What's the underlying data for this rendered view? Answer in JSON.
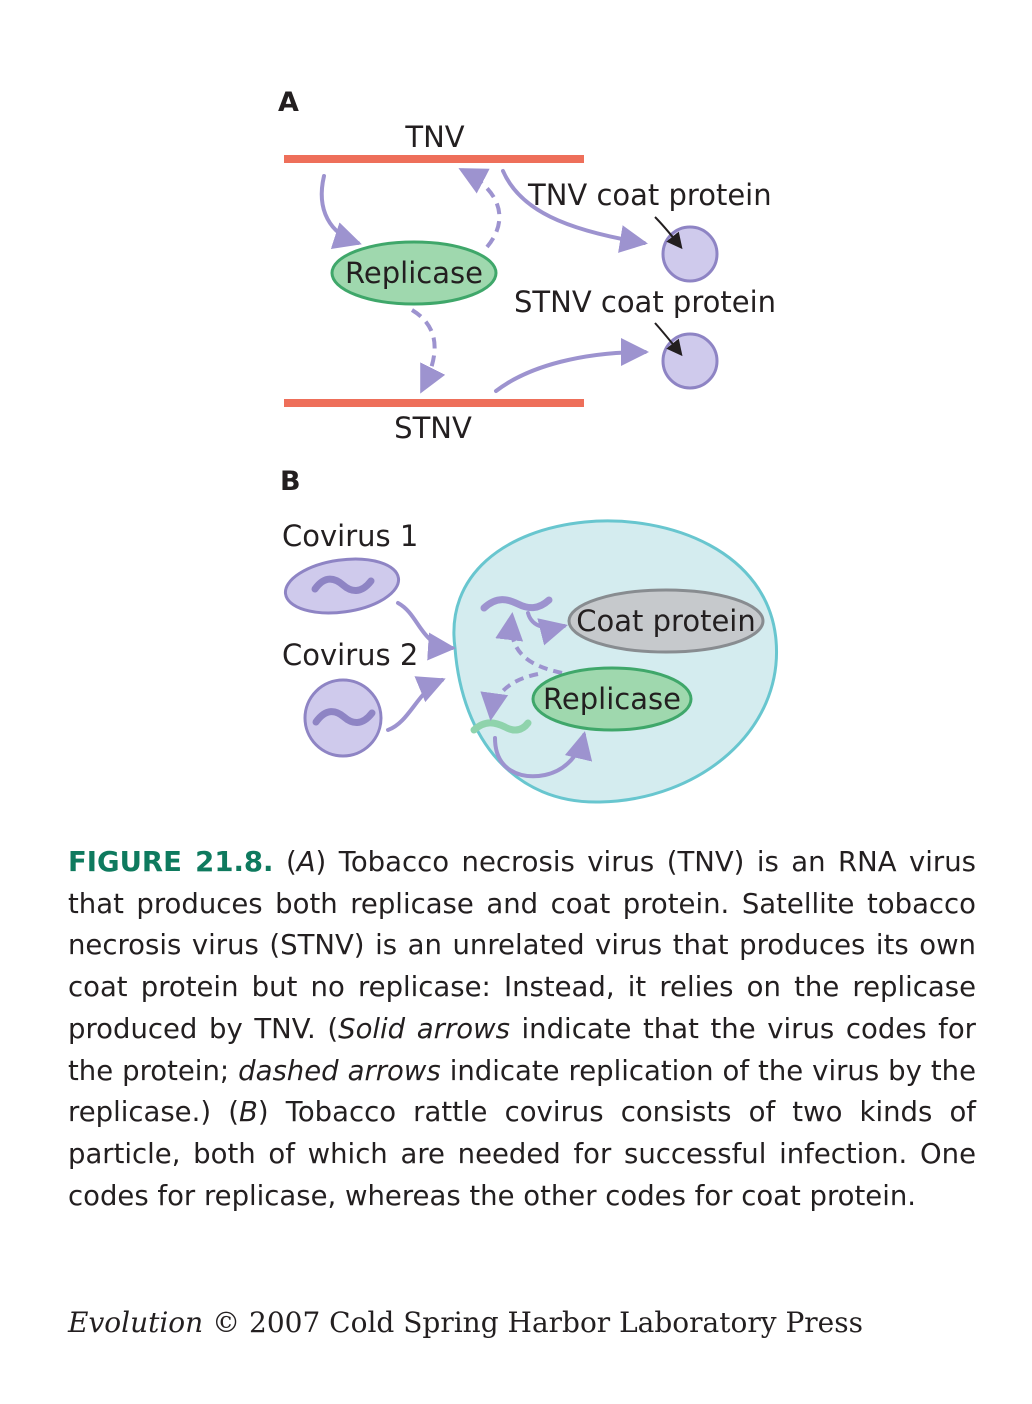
{
  "panel_a": {
    "label": "A",
    "tnv_label": "TNV",
    "stnv_label": "STNV",
    "replicase_label": "Replicase",
    "tnv_coat_label": "TNV coat protein",
    "stnv_coat_label": "STNV coat protein"
  },
  "panel_b": {
    "label": "B",
    "covirus1_label": "Covirus 1",
    "covirus2_label": "Covirus 2",
    "coat_protein_label": "Coat protein",
    "replicase_label": "Replicase"
  },
  "caption": {
    "figure_label": "FIGURE 21.8.",
    "seg1": " (",
    "seg2": "A",
    "seg3": ") Tobacco necrosis virus (TNV) is an RNA virus that produces both replicase and coat protein. Satellite tobacco necrosis virus (STNV) is an unrelated virus that produces its own coat protein but no replicase: Instead, it relies on the replicase produced by TNV. (",
    "seg4": "Solid arrows",
    "seg5": " indicate that the virus codes for the protein; ",
    "seg6": "dashed arrows",
    "seg7": " indicate replication of the virus by the replicase.) (",
    "seg8": "B",
    "seg9": ") Tobacco rattle covirus consists of two kinds of particle, both of which are needed for successful infection. One codes for replicase, whereas the other codes for coat protein."
  },
  "credit": {
    "book": "Evolution",
    "rest": " © 2007 Cold Spring Harbor Laboratory Press"
  },
  "colors": {
    "rna_bar": "#ee6f5a",
    "arrow": "#9d93cf",
    "replicase_fill": "#9fd8ae",
    "replicase_stroke": "#3fa76a",
    "coat_fill": "#cfcaec",
    "coat_stroke": "#8e84c4",
    "cell_fill": "#d4ecef",
    "cell_stroke": "#68c6cf",
    "grey_fill": "#c6c9cc",
    "grey_stroke": "#888c90",
    "green_rna": "#8fd3ac",
    "caption_accent": "#0e7a5e"
  },
  "icons": {
    "rna_strand": "rna-squiggle-icon",
    "coat_particle": "protein-particle-icon"
  }
}
